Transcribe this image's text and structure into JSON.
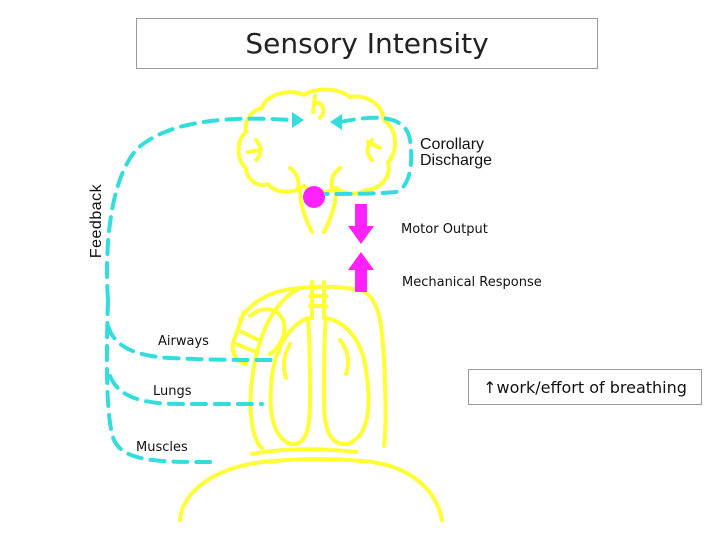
{
  "title": "Sensory Intensity",
  "labels": {
    "corollary_line1": "Corollary",
    "corollary_line2": "Discharge",
    "feedback": "Feedback",
    "motor_output": "Motor Output",
    "mechanical_response": "Mechanical Response",
    "airways": "Airways",
    "lungs": "Lungs",
    "muscles": "Muscles",
    "work_of_breathing": "↑work/effort of breathing"
  },
  "colors": {
    "figure": "#ffff33",
    "feedback_path": "#33dddd",
    "motor_arrows": "#ff22ff",
    "brainstem_dot": "#ff22ff"
  }
}
